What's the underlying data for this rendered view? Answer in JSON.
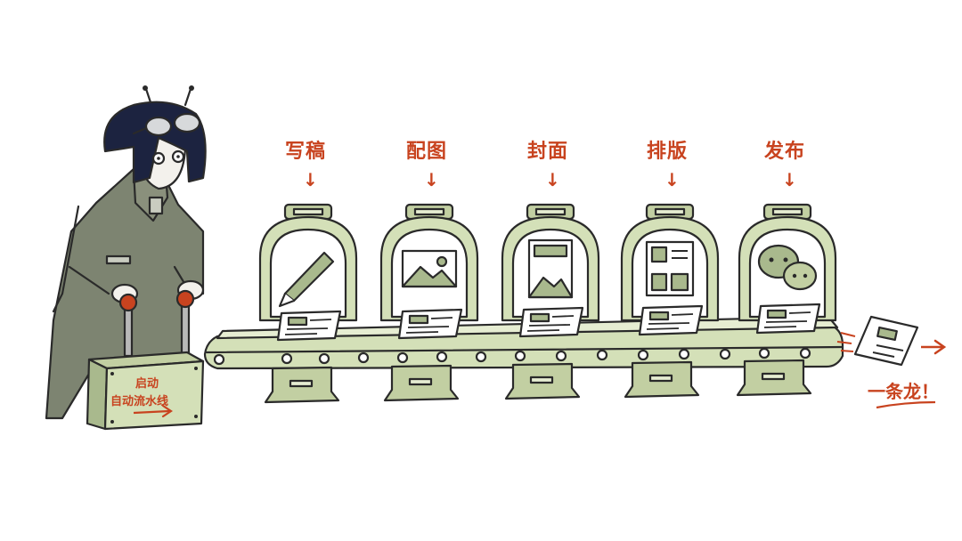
{
  "stages": [
    {
      "label": "写稿",
      "icon": "pen-icon"
    },
    {
      "label": "配图",
      "icon": "image-icon"
    },
    {
      "label": "封面",
      "icon": "cover-icon"
    },
    {
      "label": "排版",
      "icon": "layout-icon"
    },
    {
      "label": "发布",
      "icon": "wechat-icon"
    }
  ],
  "start_box": {
    "line1": "启动",
    "line2": "自动流水线"
  },
  "tagline": "一条龙！",
  "colors": {
    "accent": "#c8431f",
    "machine_green": "#d4e0b8",
    "machine_dark": "#a9b98d",
    "outline": "#2a2a2a",
    "character_dress": "#7d8471",
    "hair": "#1c2340"
  }
}
